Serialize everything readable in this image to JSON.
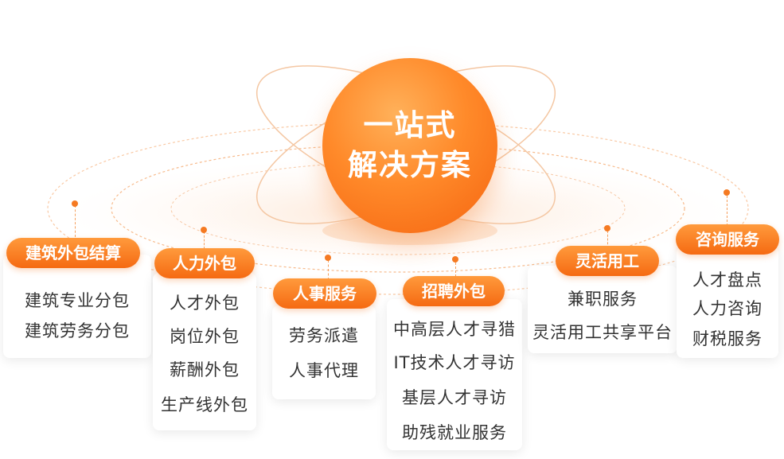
{
  "center": {
    "line1": "一站式",
    "line2": "解决方案"
  },
  "categories": [
    {
      "title": "建筑外包结算",
      "items": [
        "建筑专业分包",
        "建筑劳务分包"
      ]
    },
    {
      "title": "人力外包",
      "items": [
        "人才外包",
        "岗位外包",
        "薪酬外包",
        "生产线外包"
      ]
    },
    {
      "title": "人事服务",
      "items": [
        "劳务派遣",
        "人事代理"
      ]
    },
    {
      "title": "招聘外包",
      "items": [
        "中高层人才寻猎",
        "IT技术人才寻访",
        "基层人才寻访",
        "助残就业服务"
      ]
    },
    {
      "title": "灵活用工",
      "items": [
        "兼职服务",
        "灵活用工共享平台"
      ]
    },
    {
      "title": "咨询服务",
      "items": [
        "人才盘点",
        "人力咨询",
        "财税服务"
      ]
    }
  ],
  "colors": {
    "accent": "#f56a12",
    "accent_light": "#ff9a3c",
    "text": "#333333"
  }
}
